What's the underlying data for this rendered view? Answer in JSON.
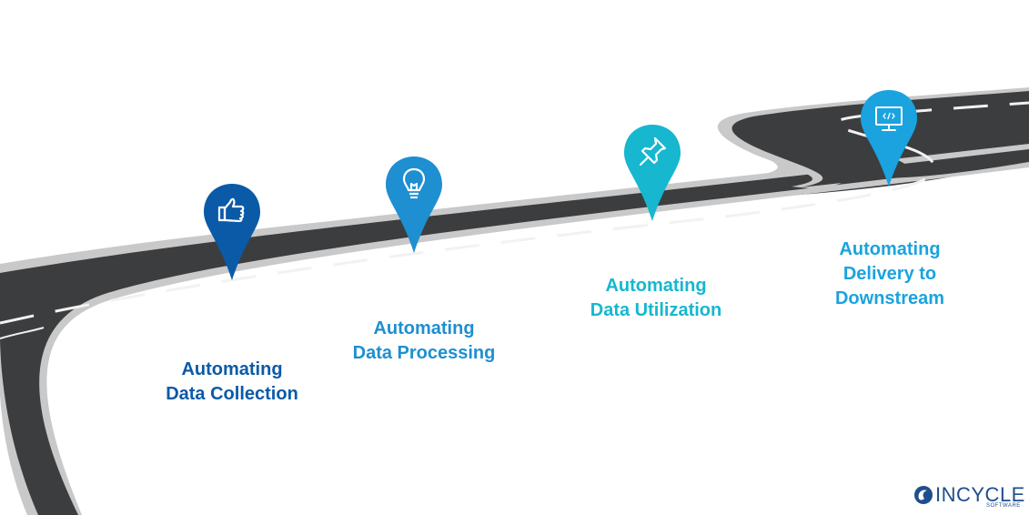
{
  "colors": {
    "road": "#3c3d3f",
    "road_edge": "#c9c9c9",
    "lane_dash": "#f2f2f2",
    "milestone_1": "#0b5aa8",
    "milestone_2": "#1e8fd1",
    "milestone_3": "#16b7cf",
    "milestone_4": "#1aa3de",
    "brand": "#1f4e8c"
  },
  "milestones": [
    {
      "icon": "thumbs-up-icon",
      "line1": "Automating",
      "line2": "Data Collection"
    },
    {
      "icon": "lightbulb-icon",
      "line1": "Automating",
      "line2": "Data Processing"
    },
    {
      "icon": "pushpin-icon",
      "line1": "Automating",
      "line2": "Data Utilization"
    },
    {
      "icon": "monitor-code-icon",
      "line1": "Automating",
      "line2": "Delivery to",
      "line3": "Downstream"
    }
  ],
  "logo": {
    "name": "INCYCLE",
    "tagline": "SOFTWARE"
  }
}
